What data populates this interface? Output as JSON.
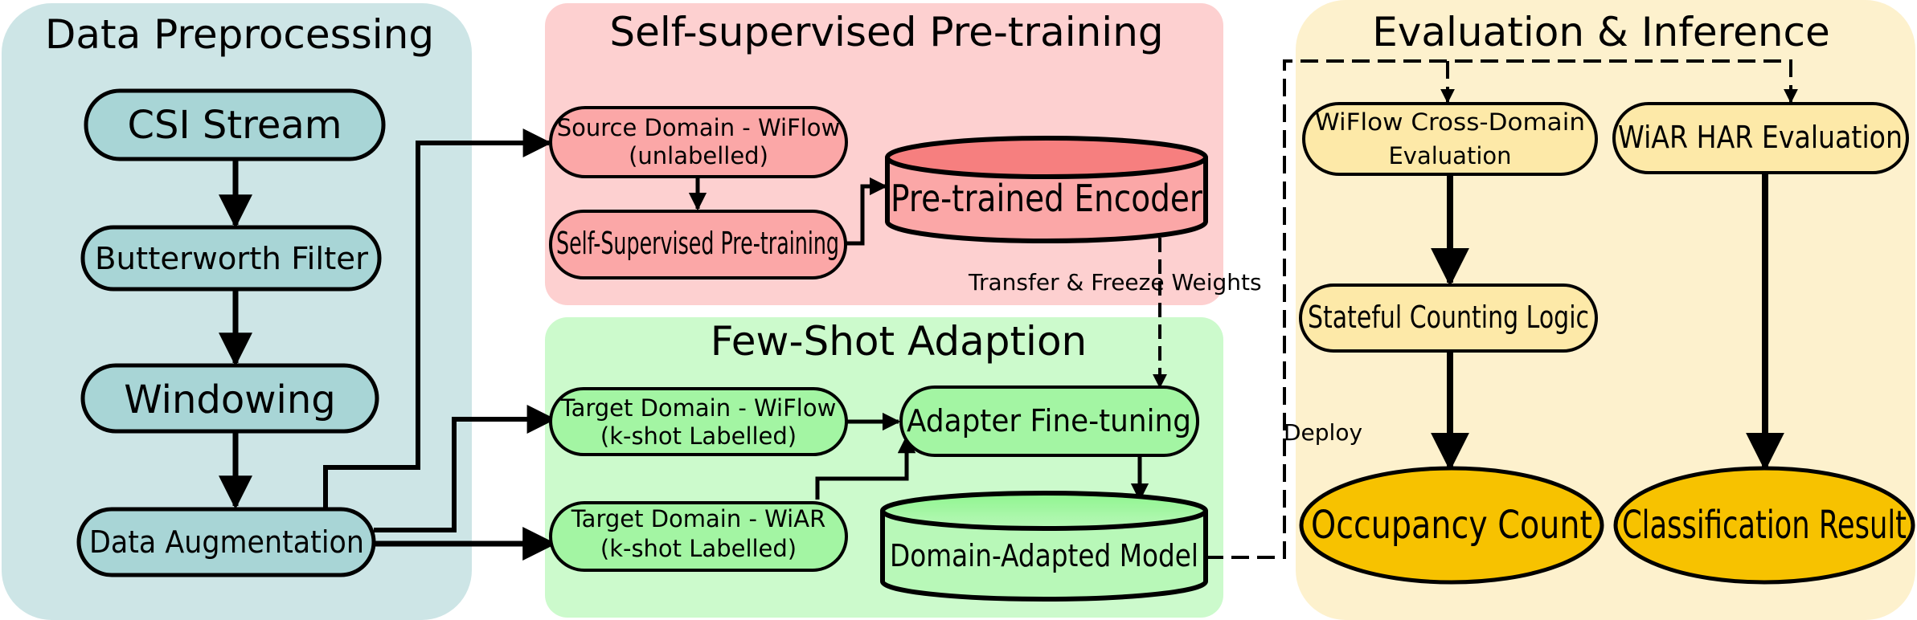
{
  "panels": {
    "preprocessing": "Data Preprocessing",
    "pretraining": "Self-supervised Pre-training",
    "adaption": "Few-Shot Adaption",
    "evaluation": "Evaluation & Inference"
  },
  "nodes": {
    "csi_stream": "CSI Stream",
    "butterworth": "Butterworth Filter",
    "windowing": "Windowing",
    "augmentation": "Data Augmentation",
    "source_domain": {
      "line1": "Source Domain - WiFlow",
      "line2": "(unlabelled)"
    },
    "ssl_pretraining": "Self-Supervised Pre-training",
    "encoder": "Pre-trained Encoder",
    "target_wiflow": {
      "line1": "Target Domain - WiFlow",
      "line2": "(k-shot Labelled)"
    },
    "target_wiar": {
      "line1": "Target Domain - WiAR",
      "line2": "(k-shot Labelled)"
    },
    "adapter": "Adapter Fine-tuning",
    "adapted_model": "Domain-Adapted Model",
    "wiflow_eval": {
      "line1": "WiFlow Cross-Domain",
      "line2": "Evaluation"
    },
    "wiar_eval": "WiAR HAR Evaluation",
    "counting_logic": "Stateful Counting Logic",
    "occupancy": "Occupancy Count",
    "classification": "Classification Result"
  },
  "edge_labels": {
    "transfer": "Transfer & Freeze Weights",
    "deploy": "Deploy"
  },
  "colors": {
    "panel_preprocessing": "#cde5e6",
    "panel_pretraining": "#fdd0d0",
    "panel_adaption": "#ccfacc",
    "panel_evaluation": "#fdf1cd",
    "node_teal": "#a8d5d6",
    "node_red": "#fba7a7",
    "node_green": "#a3f5a3",
    "node_yellow": "#fde9a8",
    "node_gold": "#f7c200"
  }
}
